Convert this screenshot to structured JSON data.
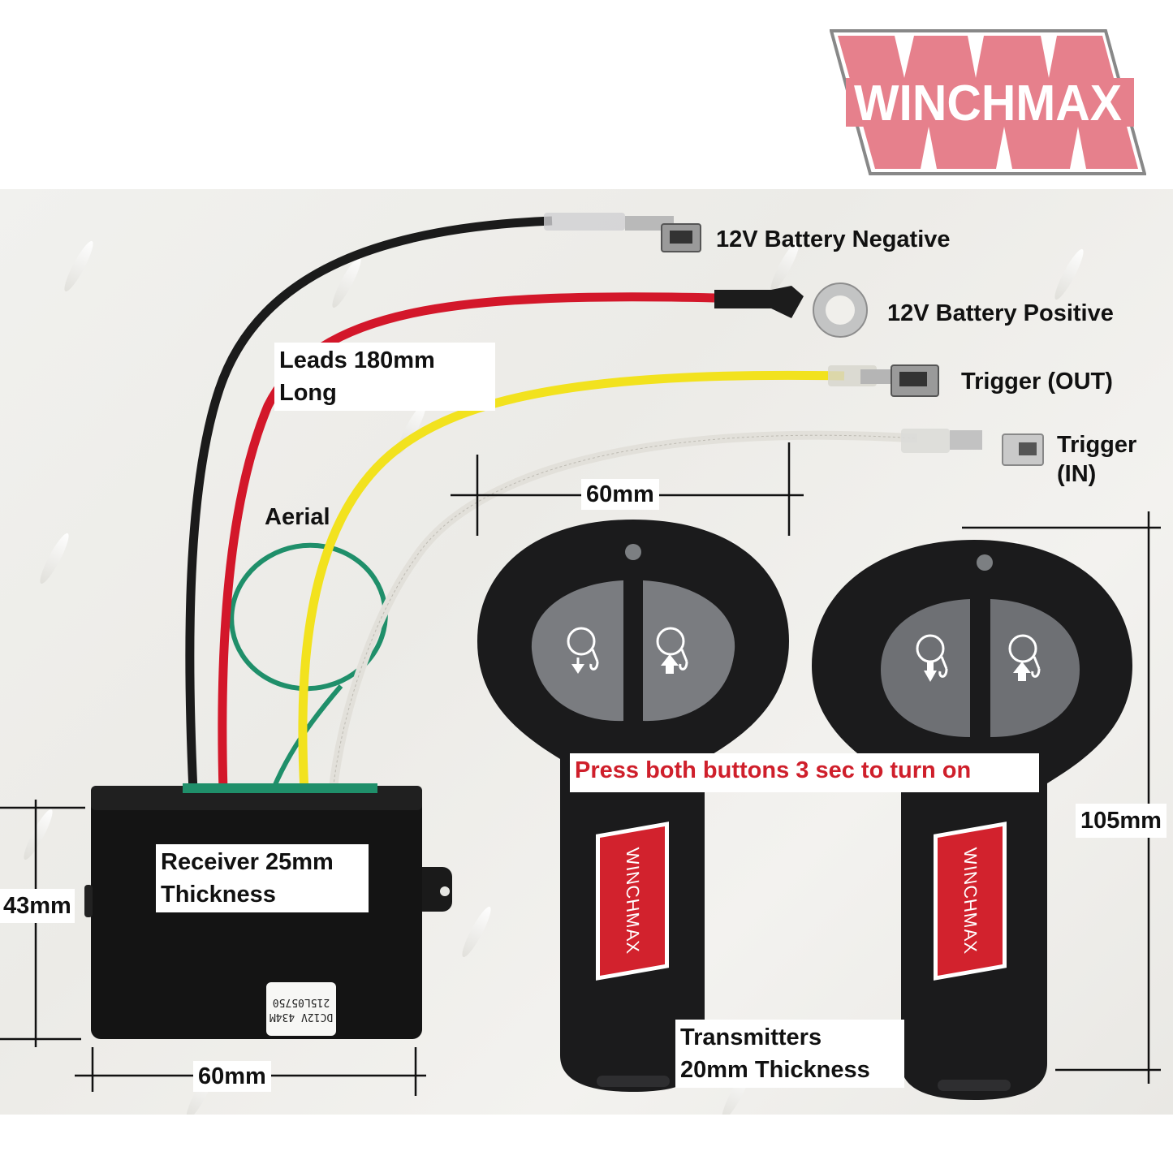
{
  "brand": {
    "logo_text": "WINCHMAX",
    "logo_color": "#e6808c",
    "logo_border_color": "#888888"
  },
  "leads": [
    {
      "wire_color": "black",
      "hex": "#1b1b1b",
      "label": "12V Battery Negative"
    },
    {
      "wire_color": "red",
      "hex": "#d3172a",
      "label": "12V Battery Positive"
    },
    {
      "wire_color": "yellow",
      "hex": "#f2e21e",
      "label": "Trigger (OUT)"
    },
    {
      "wire_color": "white",
      "hex": "#e4e2dc",
      "label_line1": "Trigger",
      "label_line2": "(IN)"
    }
  ],
  "aerial": {
    "label": "Aerial",
    "hex": "#1f8f6a"
  },
  "annotations": {
    "leads_line1": "Leads 180mm",
    "leads_line2": "Long",
    "receiver_line1": "Receiver 25mm",
    "receiver_line2": "Thickness",
    "receiver_height": "43mm",
    "receiver_width": "60mm",
    "transmitter_width": "60mm",
    "transmitter_height": "105mm",
    "transmitters_line1": "Transmitters",
    "transmitters_line2": "20mm Thickness",
    "instruction": "Press both buttons 3 sec to turn on",
    "instruction_color": "#cf1f2b"
  },
  "receiver_sticker": {
    "line1": "DC12V 434M",
    "line2": "215L05750"
  },
  "remotes": [
    {
      "logo_text": "WINCHMAX",
      "buttons": [
        {
          "icon": "winch-out-arrow-down-icon"
        },
        {
          "icon": "winch-in-arrow-up-icon"
        }
      ]
    },
    {
      "logo_text": "WINCHMAX",
      "buttons": [
        {
          "icon": "winch-out-arrow-down-icon"
        },
        {
          "icon": "winch-in-arrow-up-icon"
        }
      ]
    }
  ]
}
